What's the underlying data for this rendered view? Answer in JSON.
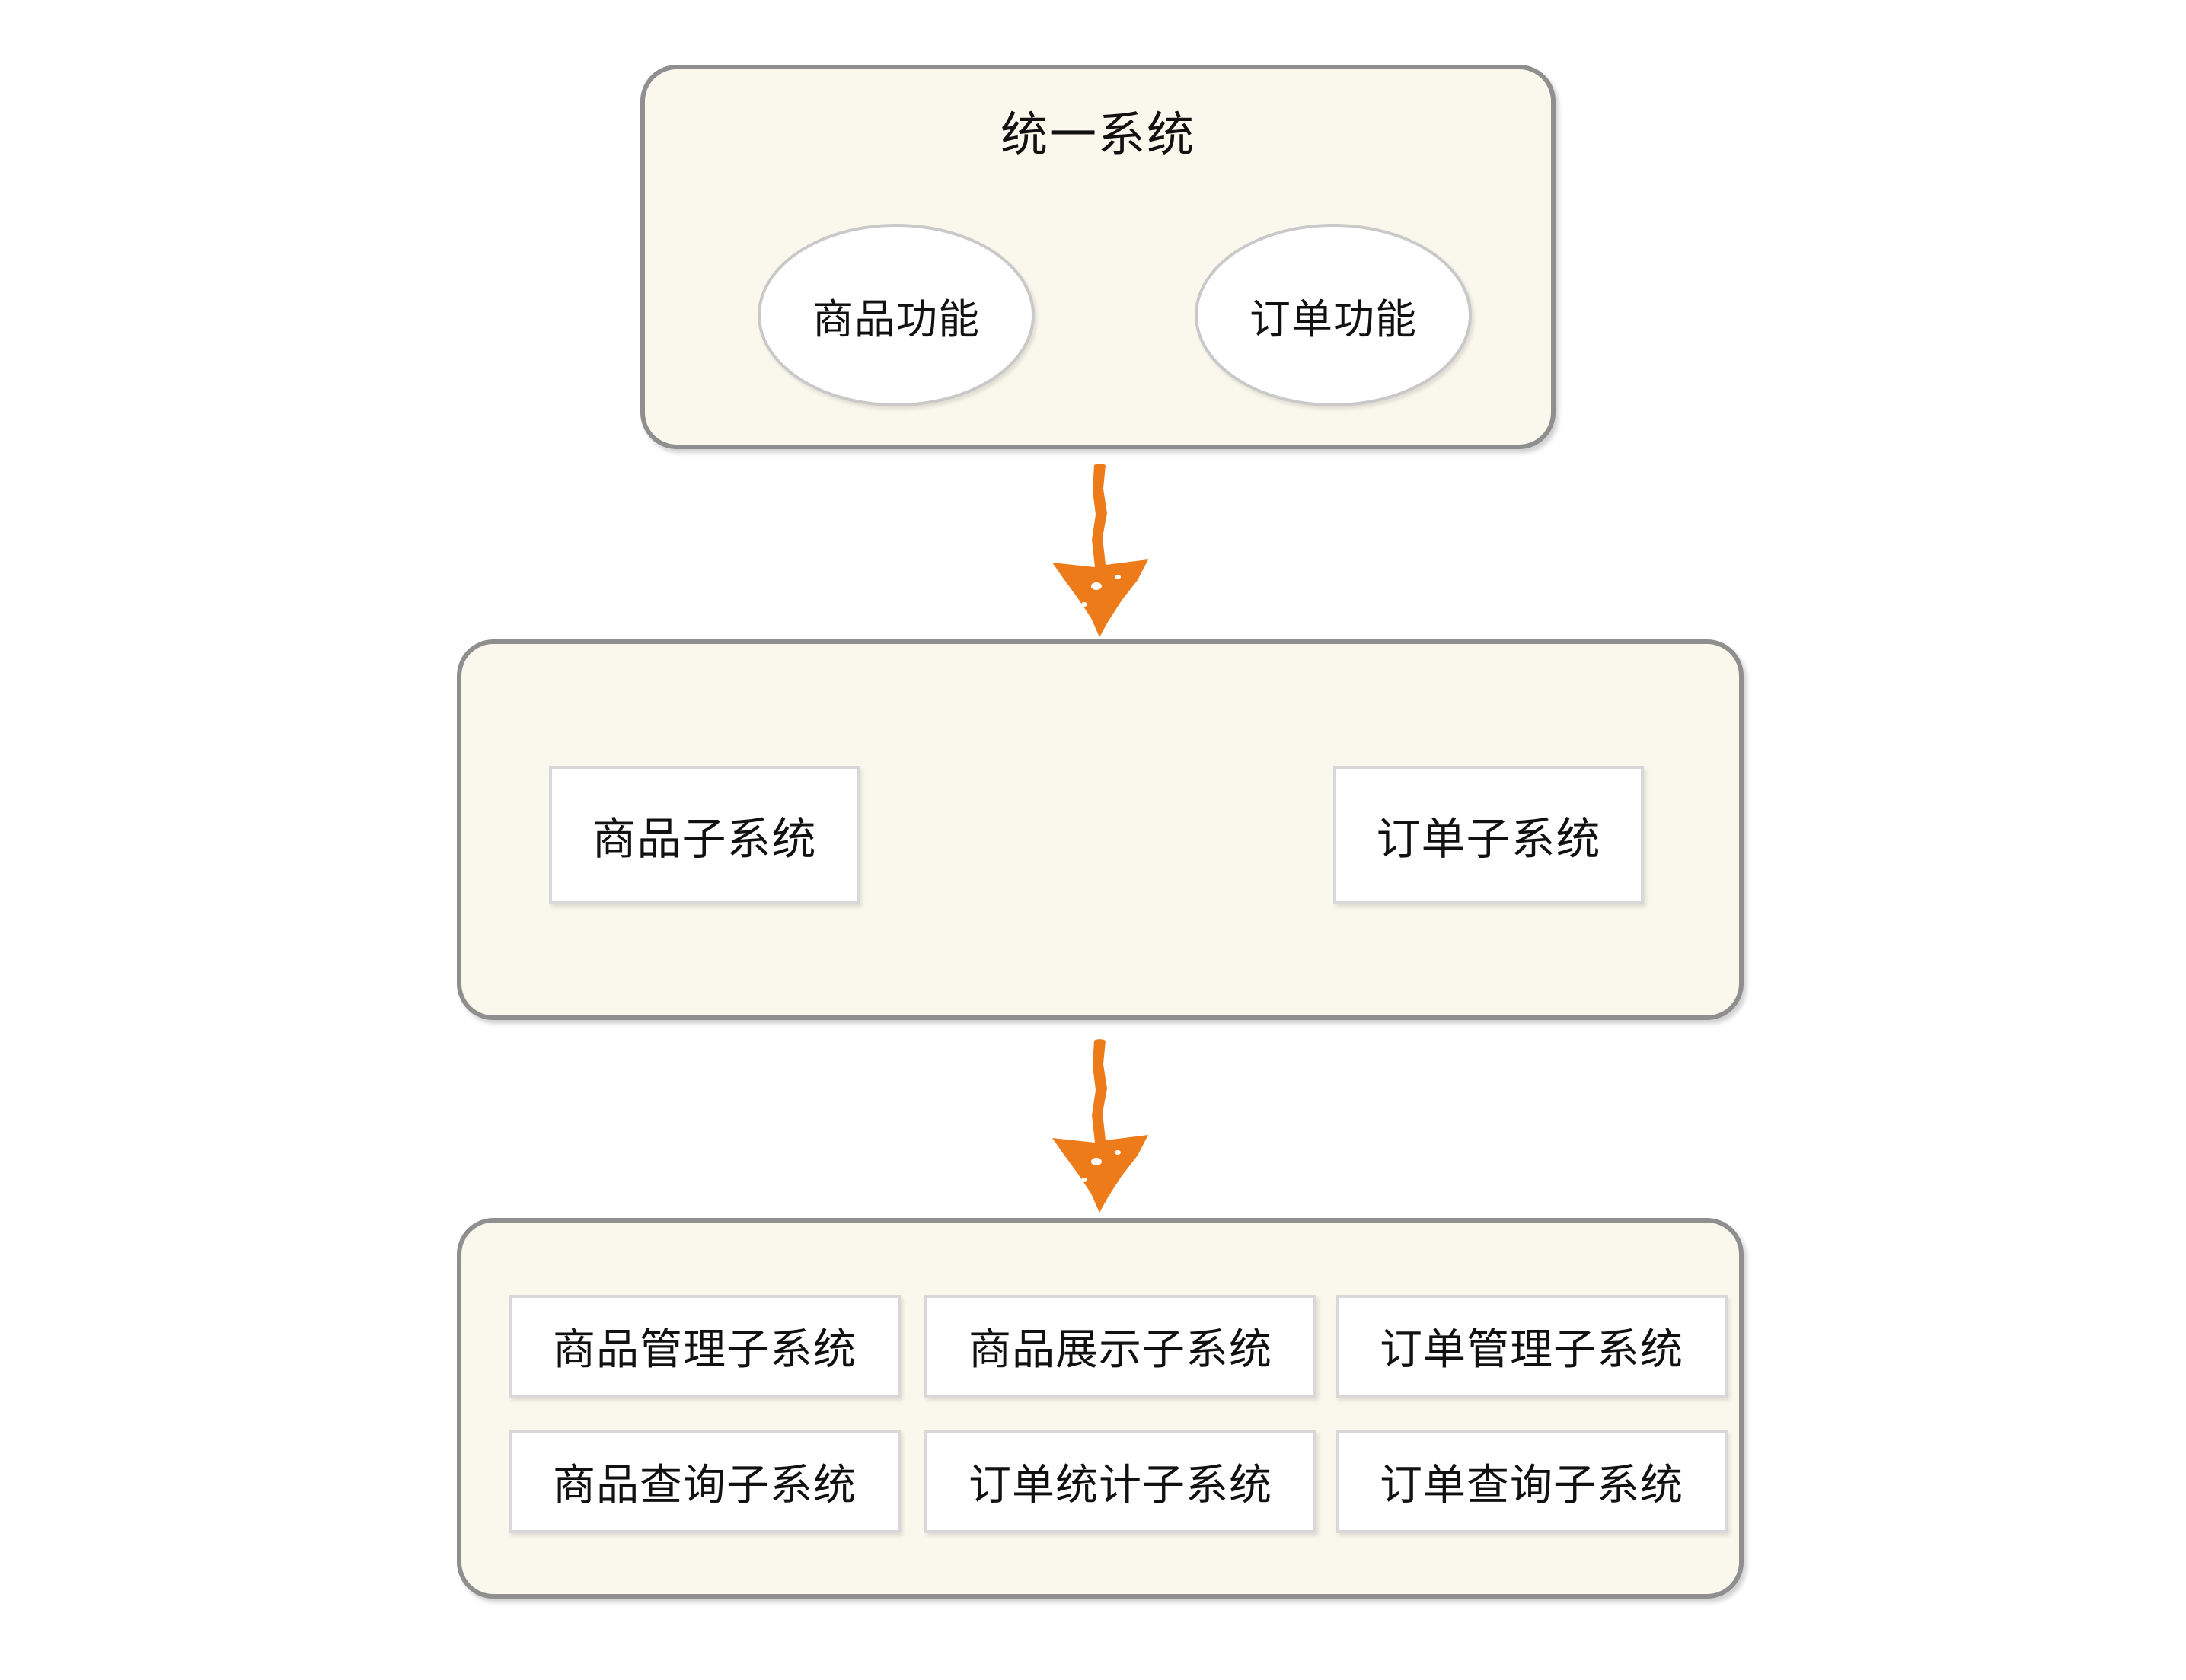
{
  "top_box": {
    "title": "统一系统",
    "ellipses": [
      "商品功能",
      "订单功能"
    ]
  },
  "middle_box": {
    "items": [
      "商品子系统",
      "订单子系统"
    ]
  },
  "bottom_box": {
    "cells": [
      "商品管理子系统",
      "商品展示子系统",
      "订单管理子系统",
      "商品查询子系统",
      "订单统计子系统",
      "订单查询子系统"
    ]
  },
  "colors": {
    "page_bg": "#ffffff",
    "box_fill": "#faf8ec",
    "box_border": "#8f8f8f",
    "node_fill": "#ffffff",
    "node_border": "#d8d8d8",
    "ellipse_border": "#c9c9c9",
    "arrow": "#ed7b1a",
    "text": "#111111"
  }
}
